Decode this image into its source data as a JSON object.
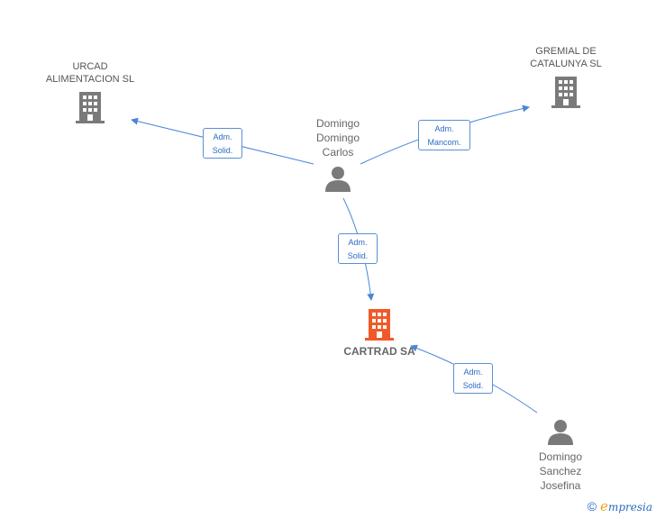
{
  "nodes": {
    "urcad": {
      "label": "URCAD\nALIMENTACION SL"
    },
    "gremial": {
      "label": "GREMIAL DE\nCATALUNYA SL"
    },
    "domingo_carlos": {
      "label": "Domingo\nDomingo\nCarlos"
    },
    "cartrad": {
      "label": "CARTRAD SA"
    },
    "domingo_josefina": {
      "label": "Domingo\nSanchez\nJosefina"
    }
  },
  "edges": {
    "to_urcad": {
      "label": "Adm.\nSolid."
    },
    "to_gremial": {
      "label": "Adm.\nMancom."
    },
    "to_cartrad": {
      "label": "Adm.\nSolid."
    },
    "josefina_to_cartrad": {
      "label": "Adm.\nSolid."
    }
  },
  "footer": {
    "copyright": "©",
    "brand_initial": "e",
    "brand_rest": "mpresia"
  },
  "colors": {
    "edge": "#4a86d8",
    "company": "#7a7a7a",
    "main_company": "#f05a28",
    "person": "#7a7a7a"
  }
}
